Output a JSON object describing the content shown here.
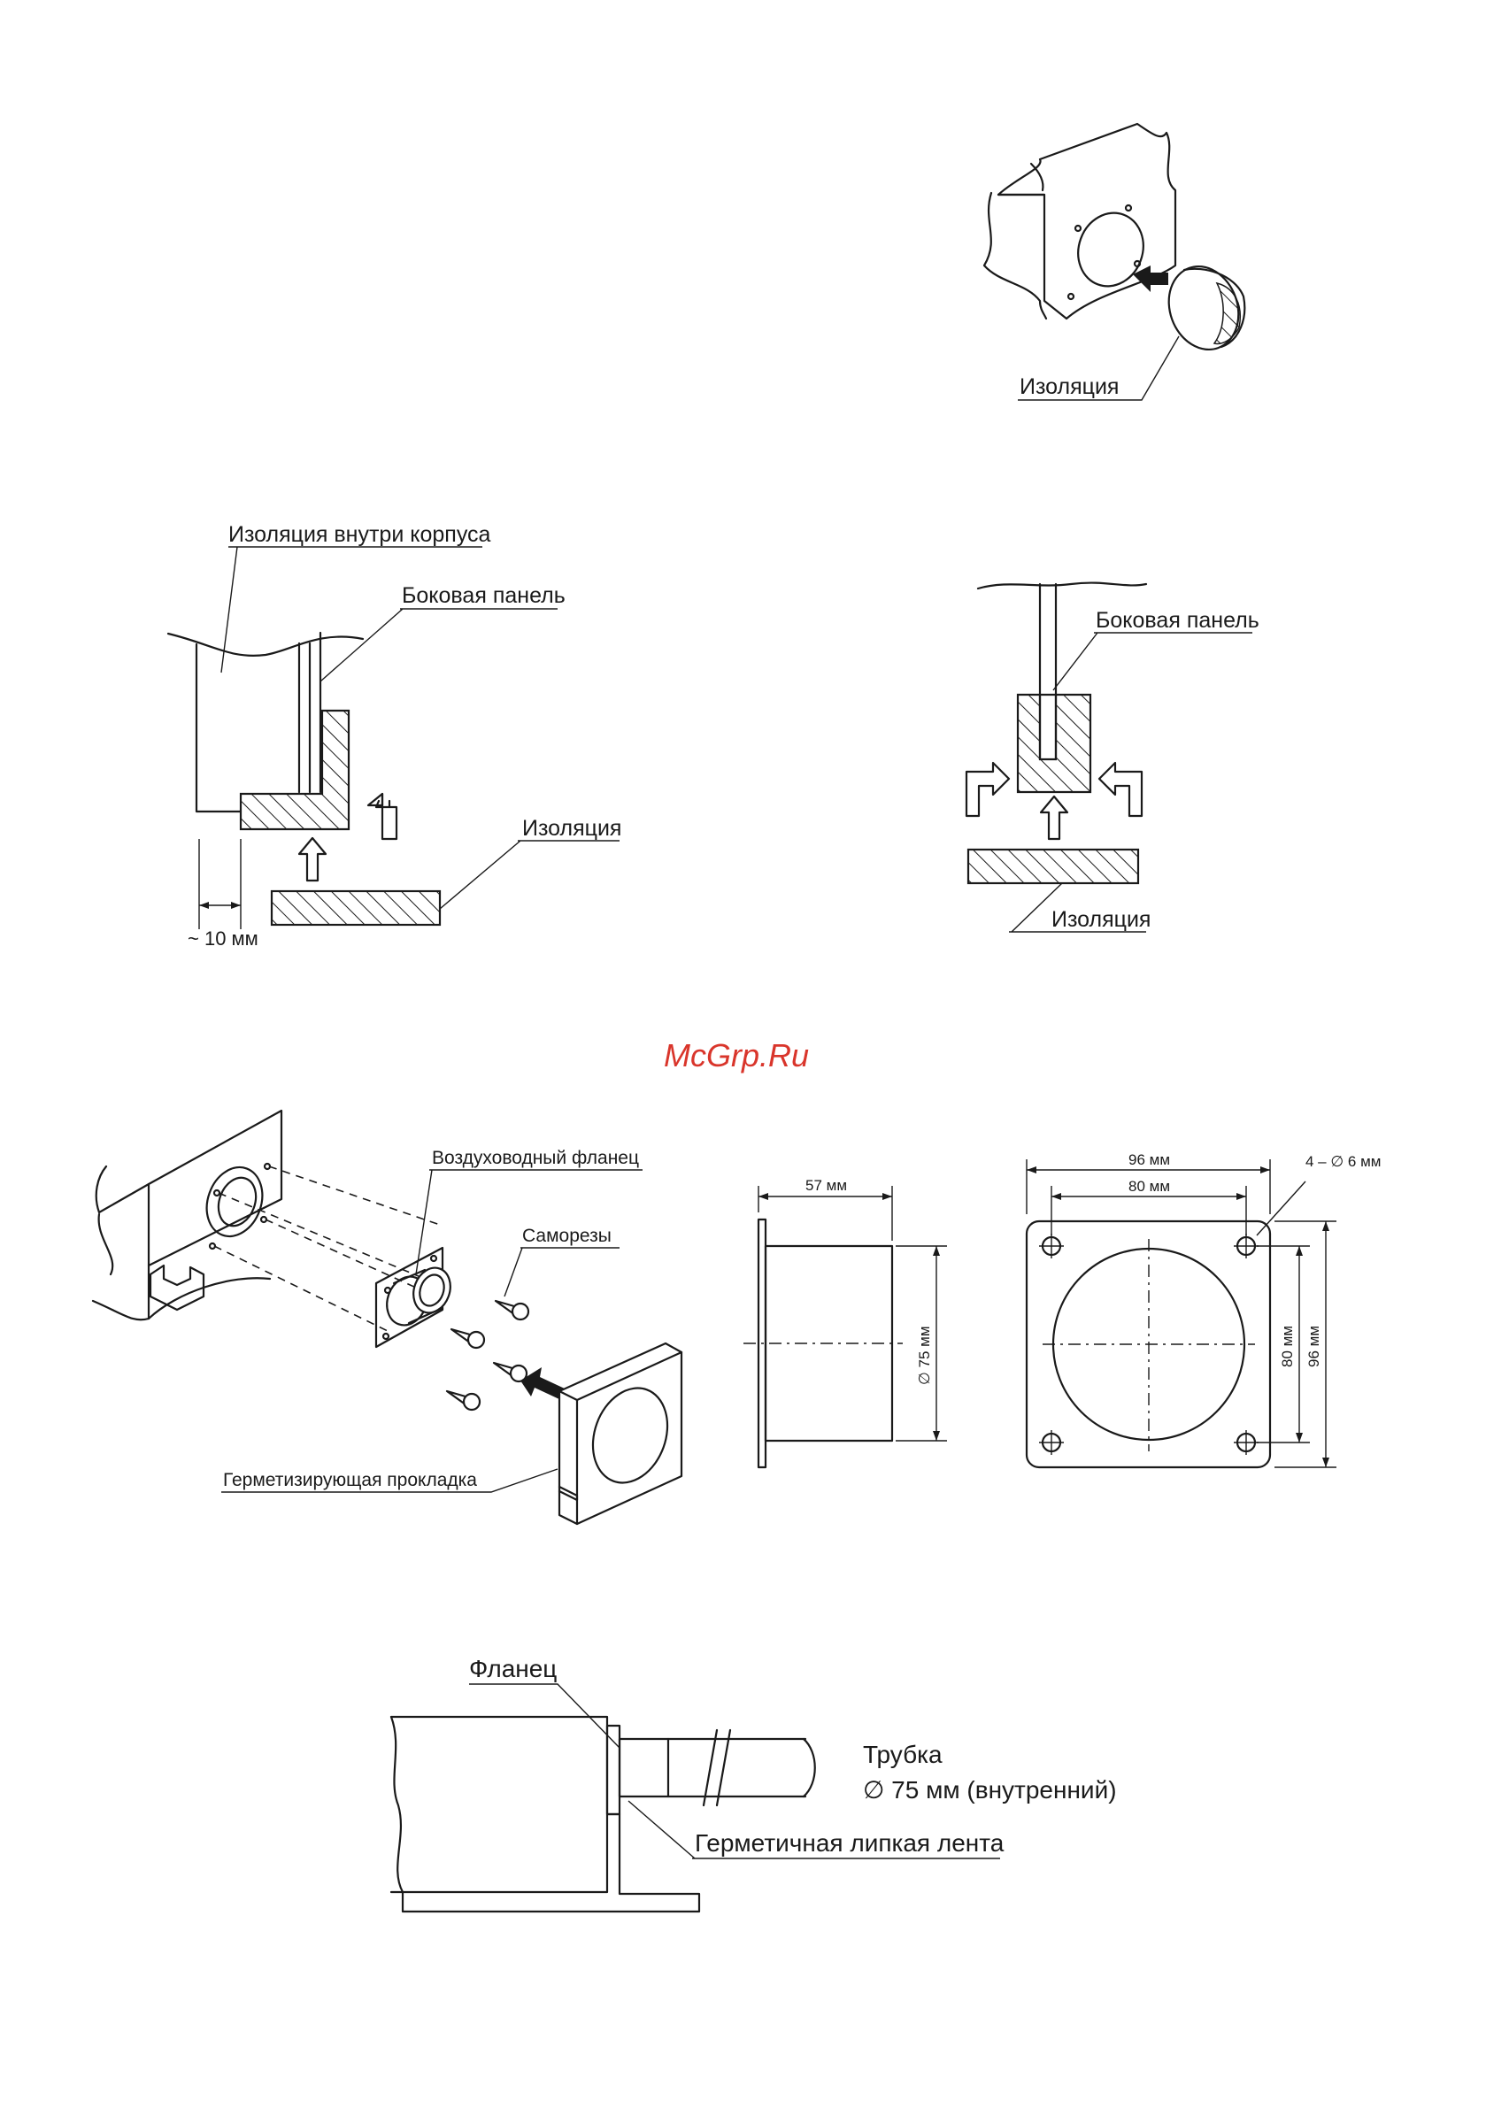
{
  "watermark": "McGrp.Ru",
  "fig1": {
    "insulation": "Изоляция"
  },
  "fig2": {
    "insulation_inside": "Изоляция внутри корпуса",
    "side_panel": "Боковая панель",
    "insulation": "Изоляция",
    "gap": "~ 10 мм"
  },
  "fig3": {
    "side_panel": "Боковая панель",
    "insulation": "Изоляция"
  },
  "fig4": {
    "duct_flange": "Воздуховодный фланец",
    "screws": "Саморезы",
    "gasket": "Герметизирующая прокладка"
  },
  "fig5": {
    "length": "57 мм",
    "diameter": "∅ 75 мм"
  },
  "fig6": {
    "holes": "4 – ∅ 6 мм",
    "outer_w": "96 мм",
    "inner_w": "80 мм",
    "inner_h": "80 мм",
    "outer_h": "96 мм"
  },
  "fig7": {
    "flange": "Фланец",
    "pipe": "Трубка",
    "pipe_dim": "∅ 75 мм (внутренний)",
    "tape": "Герметичная липкая лента"
  }
}
